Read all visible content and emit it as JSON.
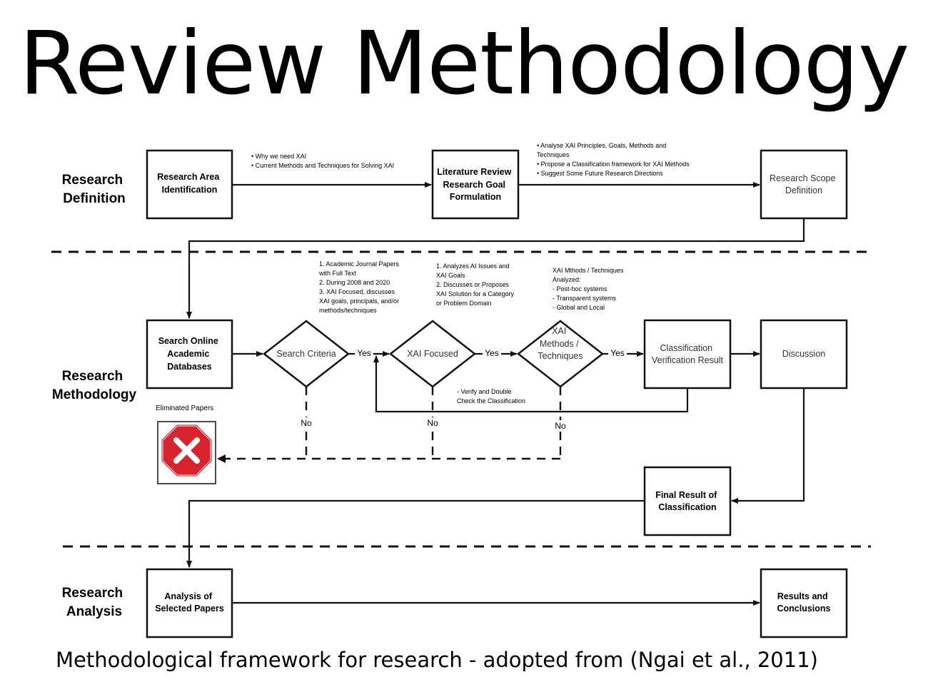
{
  "title": "Review Methodology",
  "caption": "Methodological framework for research - adopted from (Ngai et al., 2011)",
  "phases": {
    "definition": [
      "Research",
      "Definition"
    ],
    "methodology": [
      "Research",
      "Methodology"
    ],
    "analysis": [
      "Research",
      "Analysis"
    ]
  },
  "boxes": {
    "research_area": [
      "Research Area",
      "Identification"
    ],
    "literature_review": [
      "Literature Review",
      "Research Goal",
      "Formulation"
    ],
    "research_scope": [
      "Research Scope",
      "Definition"
    ],
    "search_online": [
      "Search Online",
      "Academic",
      "Databases"
    ],
    "classification_verification": [
      "Classification",
      "Verification Result"
    ],
    "discussion": [
      "Discussion"
    ],
    "final_result": [
      "Final Result of",
      "Classification"
    ],
    "analysis_selected": [
      "Analysis of",
      "Selected Papers"
    ],
    "results_conclusions": [
      "Results and",
      "Conclusions"
    ]
  },
  "decisions": {
    "search_criteria": [
      "Search Criteria"
    ],
    "xai_focused": [
      "XAI Focused"
    ],
    "xai_methods": [
      "XAI",
      "Methods /",
      "Techniques"
    ]
  },
  "labels": {
    "yes": "Yes",
    "no": "No",
    "eliminated": "Eliminated Papers"
  },
  "notes": {
    "why_xai": [
      "•  Why we need XAI",
      "•  Current Methods and Techniques for Solving XAI"
    ],
    "analyse_xai": [
      "•  Analyse XAI Principles, Goals, Methods and",
      "    Techniques",
      "•  Propose a Classification framework for XAI Methods",
      "•  Suggest Some Future Research Directions"
    ],
    "search_criteria_note": [
      "1. Academic Journal Papers",
      "with Full Text",
      "2. During 2008 and 2020",
      "3. XAI Focused, discusses",
      "XAI goals, principals, and/or",
      "methods/techniques"
    ],
    "xai_focused_note": [
      "1. Analyzes AI Issues and",
      "XAI Goals",
      "2. Discusses or Proposes",
      "XAI Solution for a Category",
      "or Problem Domain"
    ],
    "xai_methods_note": [
      "XAI Mthods / Techniques",
      "Analyzed:",
      "- Post-hoc systems",
      "- Transparent systems",
      "- Global and Local"
    ],
    "verify_note": [
      "- Verify and Double",
      "Check the Classification"
    ]
  },
  "colors": {
    "stroke": "#111111",
    "stop_sign": "#d9232e",
    "stop_border": "#ffffff"
  }
}
